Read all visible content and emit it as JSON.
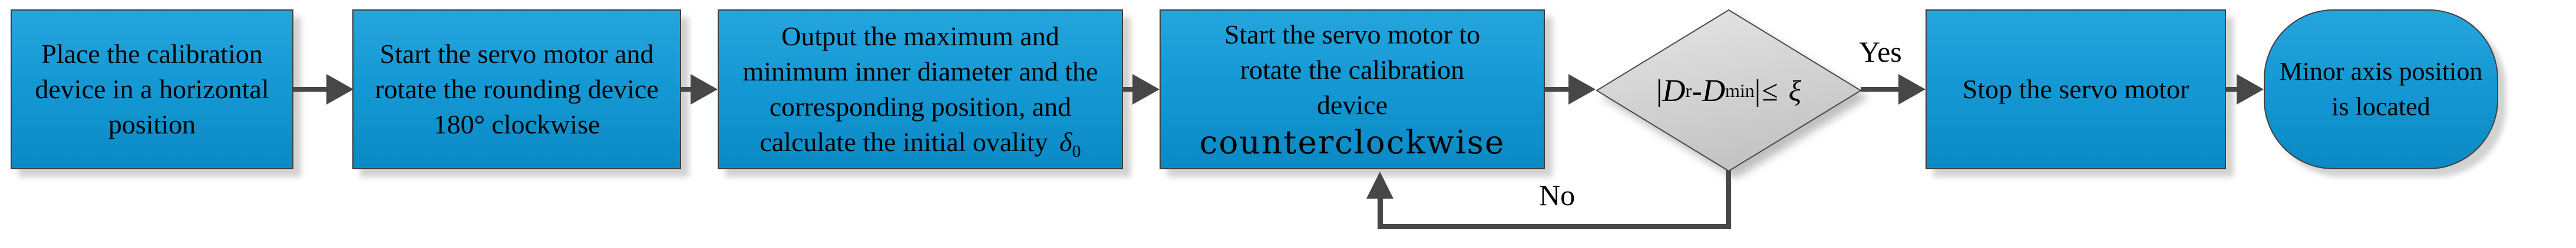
{
  "figure_type": "flowchart",
  "nodes": {
    "step1": {
      "lines": [
        "Place the calibration",
        "device in a horizontal",
        "position"
      ]
    },
    "step2": {
      "lines": [
        "Start the servo motor and",
        "rotate the rounding device",
        "180° clockwise"
      ]
    },
    "step3": {
      "lines": [
        "Output the maximum and",
        "minimum inner diameter and the",
        "corresponding position, and"
      ],
      "last_line_text": "calculate the initial ovality",
      "delta_symbol": "δ",
      "delta_subscript": "0"
    },
    "step4": {
      "lines": [
        "Start the servo motor to",
        "rotate the calibration",
        "device"
      ],
      "emphasis": "counterclockwise"
    },
    "decision": {
      "abs_open": "|",
      "var1": "D",
      "var1_sub": "r",
      "minus": "-",
      "var2": "D",
      "var2_sub": "min",
      "abs_close": "|",
      "operator": "≤",
      "threshold": "ξ"
    },
    "step5": {
      "label": "Stop the servo motor"
    },
    "terminal": {
      "lines": [
        "Minor axis position",
        "is located"
      ]
    }
  },
  "edge_labels": {
    "yes": "Yes",
    "no": "No"
  },
  "colors": {
    "process_fill_top": "#26A5DD",
    "process_fill_bottom": "#0B8AC5",
    "decision_fill_top": "#E4E4E4",
    "decision_fill_bottom": "#C6C6C6",
    "shape_border": "#404040",
    "arrow": "#474747",
    "text": "#000000",
    "background": "#FFFFFF"
  }
}
